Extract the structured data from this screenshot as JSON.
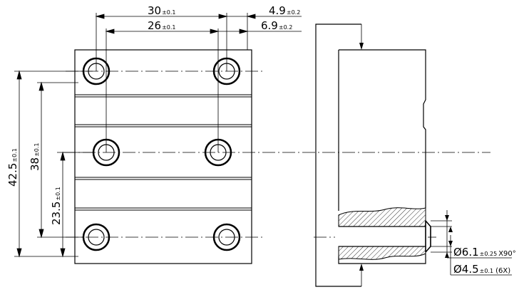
{
  "dimensions": {
    "d30": {
      "value": "30",
      "tol": "±0.1"
    },
    "d26": {
      "value": "26",
      "tol": "±0.1"
    },
    "d4_9": {
      "value": "4.9",
      "tol": "±0.2"
    },
    "d6_9": {
      "value": "6.9",
      "tol": "±0.2"
    },
    "d42_5": {
      "value": "42.5",
      "tol": "±0.1"
    },
    "d38": {
      "value": "38",
      "tol": "±0.1"
    },
    "d23_5": {
      "value": "23.5",
      "tol": "±0.1"
    },
    "dia6_1": {
      "value": "Ø6.1",
      "tol": "±0.25",
      "note": "X90°"
    },
    "dia4_5": {
      "value": "Ø4.5",
      "tol": "±0.1",
      "note": "(6X)"
    }
  }
}
